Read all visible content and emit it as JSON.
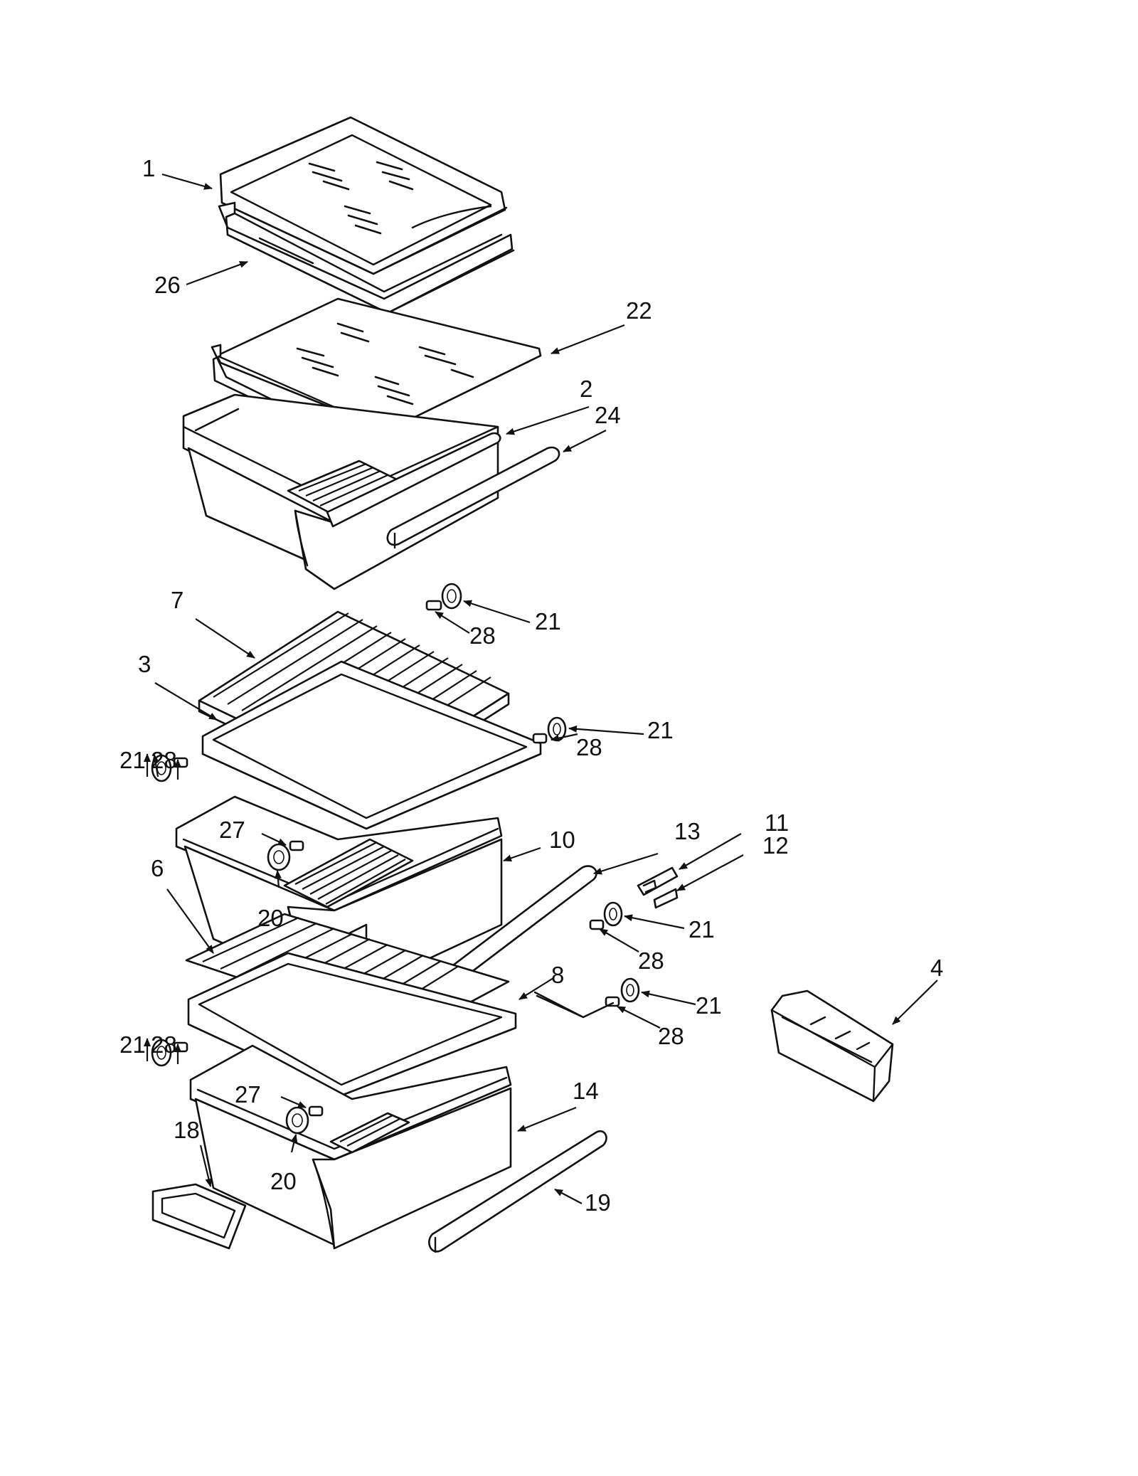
{
  "diagram": {
    "type": "exploded-parts-view",
    "callouts": [
      {
        "id": "c1",
        "label": "1"
      },
      {
        "id": "c26",
        "label": "26"
      },
      {
        "id": "c22",
        "label": "22"
      },
      {
        "id": "c2",
        "label": "2"
      },
      {
        "id": "c24",
        "label": "24"
      },
      {
        "id": "c7",
        "label": "7"
      },
      {
        "id": "c21a",
        "label": "21"
      },
      {
        "id": "c28a",
        "label": "28"
      },
      {
        "id": "c3",
        "label": "3"
      },
      {
        "id": "c21b",
        "label": "21"
      },
      {
        "id": "c28b",
        "label": "28"
      },
      {
        "id": "c21c",
        "label": "21"
      },
      {
        "id": "c28c",
        "label": "28"
      },
      {
        "id": "c27a",
        "label": "27"
      },
      {
        "id": "c10",
        "label": "10"
      },
      {
        "id": "c13",
        "label": "13"
      },
      {
        "id": "c11",
        "label": "11"
      },
      {
        "id": "c12",
        "label": "12"
      },
      {
        "id": "c6",
        "label": "6"
      },
      {
        "id": "c20a",
        "label": "20"
      },
      {
        "id": "c21d",
        "label": "21"
      },
      {
        "id": "c28d",
        "label": "28"
      },
      {
        "id": "c8",
        "label": "8"
      },
      {
        "id": "c4",
        "label": "4"
      },
      {
        "id": "c21e",
        "label": "21"
      },
      {
        "id": "c28e",
        "label": "28"
      },
      {
        "id": "c21f",
        "label": "21"
      },
      {
        "id": "c28f",
        "label": "28"
      },
      {
        "id": "c27b",
        "label": "27"
      },
      {
        "id": "c14",
        "label": "14"
      },
      {
        "id": "c18",
        "label": "18"
      },
      {
        "id": "c20b",
        "label": "20"
      },
      {
        "id": "c19",
        "label": "19"
      }
    ]
  }
}
